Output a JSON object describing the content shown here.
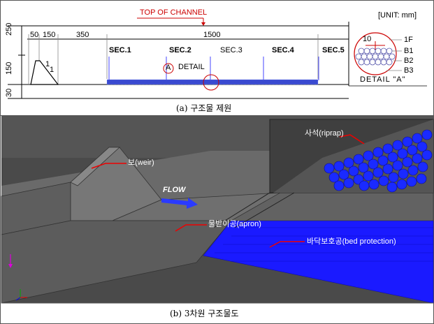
{
  "panel_a": {
    "top_label": "TOP OF CHANNEL",
    "unit_label": "[UNIT: mm]",
    "dims_top": [
      "50",
      "150",
      "350",
      "1500"
    ],
    "dims_left": [
      "250",
      "150",
      "30"
    ],
    "slope": [
      "1",
      "1"
    ],
    "sections": [
      "SEC.1",
      "SEC.2",
      "SEC.3",
      "SEC.4",
      "SEC.5"
    ],
    "detail_mark": "A",
    "detail_label": "DETAIL",
    "detail_box": {
      "dim": "10",
      "layers": [
        "1F",
        "B1",
        "B2",
        "B3"
      ],
      "caption": "DETAIL \"A\""
    },
    "caption": "(a) 구조물 제원"
  },
  "panel_b": {
    "labels": {
      "weir": "보(weir)",
      "flow": "FLOW",
      "apron": "물받이공(apron)",
      "riprap": "사석(riprap)",
      "bed": "바닥보호공(bed protection)"
    },
    "caption": "(b) 3차원 구조물도"
  },
  "colors": {
    "accent": "#c00000",
    "blue": "#1a1aff",
    "surface": "#6e6e6e",
    "background": "#4a4a4a"
  }
}
